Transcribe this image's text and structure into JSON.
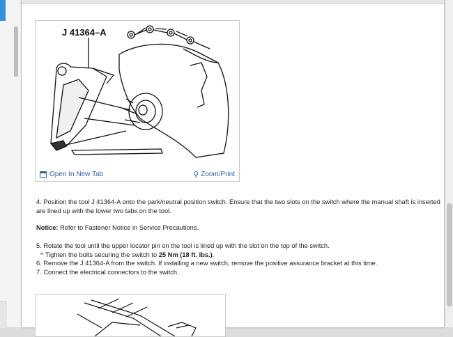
{
  "figure1": {
    "label": "J 41364–A",
    "open_link": "Open In New Tab",
    "zoom_link": "Zoom/Print"
  },
  "steps": {
    "step4": "4. Position the tool J 41364-A onto the park/neutral position switch. Ensure that the two slots on the switch where the manual shaft is inserted are lined up with the lower two tabs on the tool.",
    "notice_label": "Notice:",
    "notice_text": "Refer to Fastener Notice in Service Precautions.",
    "step5": "5. Rotate the tool until the upper locator pin on the tool is lined up with the slot on the top of the switch.",
    "sub_prefix": "^  Tighten the bolts securing the switch to ",
    "sub_torque": "25 Nm (18 ft. lbs.)",
    "sub_suffix": ".",
    "step6": "6. Remove the J 41364-A from the switch. If installing a new switch, remove the positive assurance bracket at this time.",
    "step7": "7. Connect the electrical connectors to the switch."
  }
}
